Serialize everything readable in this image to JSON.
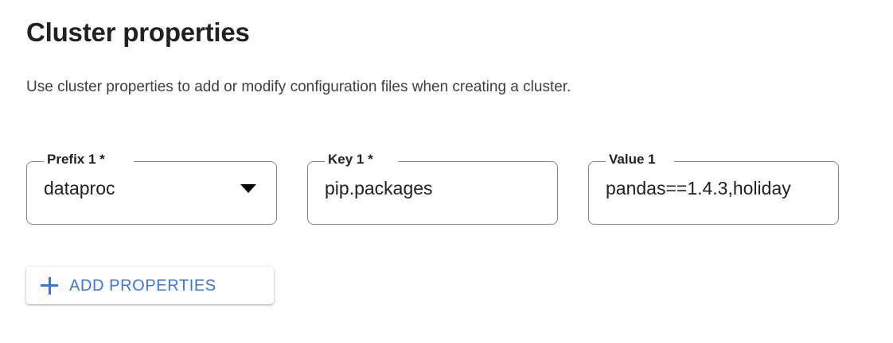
{
  "section": {
    "title": "Cluster properties",
    "description": "Use cluster properties to add or modify configuration files when creating a cluster."
  },
  "fields": [
    {
      "name": "prefix-1",
      "label": "Prefix 1 *",
      "value": "dataproc",
      "control": "select",
      "trigger_icon": "chevron-down-icon"
    },
    {
      "name": "key-1",
      "label": "Key 1 *",
      "value": "pip.packages",
      "control": "text"
    },
    {
      "name": "value-1",
      "label": "Value 1",
      "value": "pandas==1.4.3,holiday",
      "control": "text"
    }
  ],
  "add_button": {
    "label": "ADD PROPERTIES",
    "icon": "plus-icon",
    "accent_color": "#3b74e0"
  },
  "colors": {
    "accent": "#3b74e0",
    "text_primary": "#202124",
    "text_secondary": "#3c4043",
    "border": "#80868b",
    "background": "#ffffff"
  }
}
